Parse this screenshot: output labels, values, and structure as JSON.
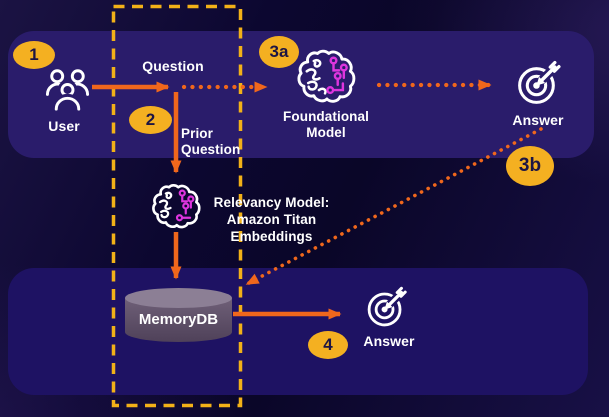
{
  "diagram_title": "RAG question-answer flow with MemoryDB relevancy cache",
  "colors": {
    "background": "#0c0730",
    "panel_top": "#2a1c6b",
    "panel_bottom": "#1e1263",
    "arrow_orange": "#F0671C",
    "dashed_box_yellow": "#F2B118",
    "badge_yellow": "#F4B021",
    "badge_text": "#1d1544",
    "icon_white": "#ffffff",
    "circuit_magenta": "#DE35DE",
    "cylinder_body_top": "#8c7f95",
    "cylinder_body_bottom": "#4f4159",
    "label_text": "#ffffff"
  },
  "badges": {
    "step1": "1",
    "step2": "2",
    "step3a": "3a",
    "step3b": "3b",
    "step4": "4"
  },
  "nodes": {
    "user": {
      "label": "User",
      "icon": "users-icon"
    },
    "foundational_model": {
      "label": "Foundational Model",
      "icon": "ai-brain-circuit-icon"
    },
    "answer_top": {
      "label": "Answer",
      "icon": "target-arrow-icon"
    },
    "relevancy_model": {
      "lines": [
        "Relevancy Model:",
        "Amazon Titan",
        "Embeddings"
      ],
      "icon": "ai-brain-circuit-icon"
    },
    "memorydb": {
      "label": "MemoryDB",
      "icon": "database-cylinder-icon"
    },
    "answer_bottom": {
      "label": "Answer",
      "icon": "target-arrow-icon"
    }
  },
  "edges": {
    "question": {
      "label": "Question"
    },
    "prior_question": {
      "label": "Prior Question"
    }
  }
}
